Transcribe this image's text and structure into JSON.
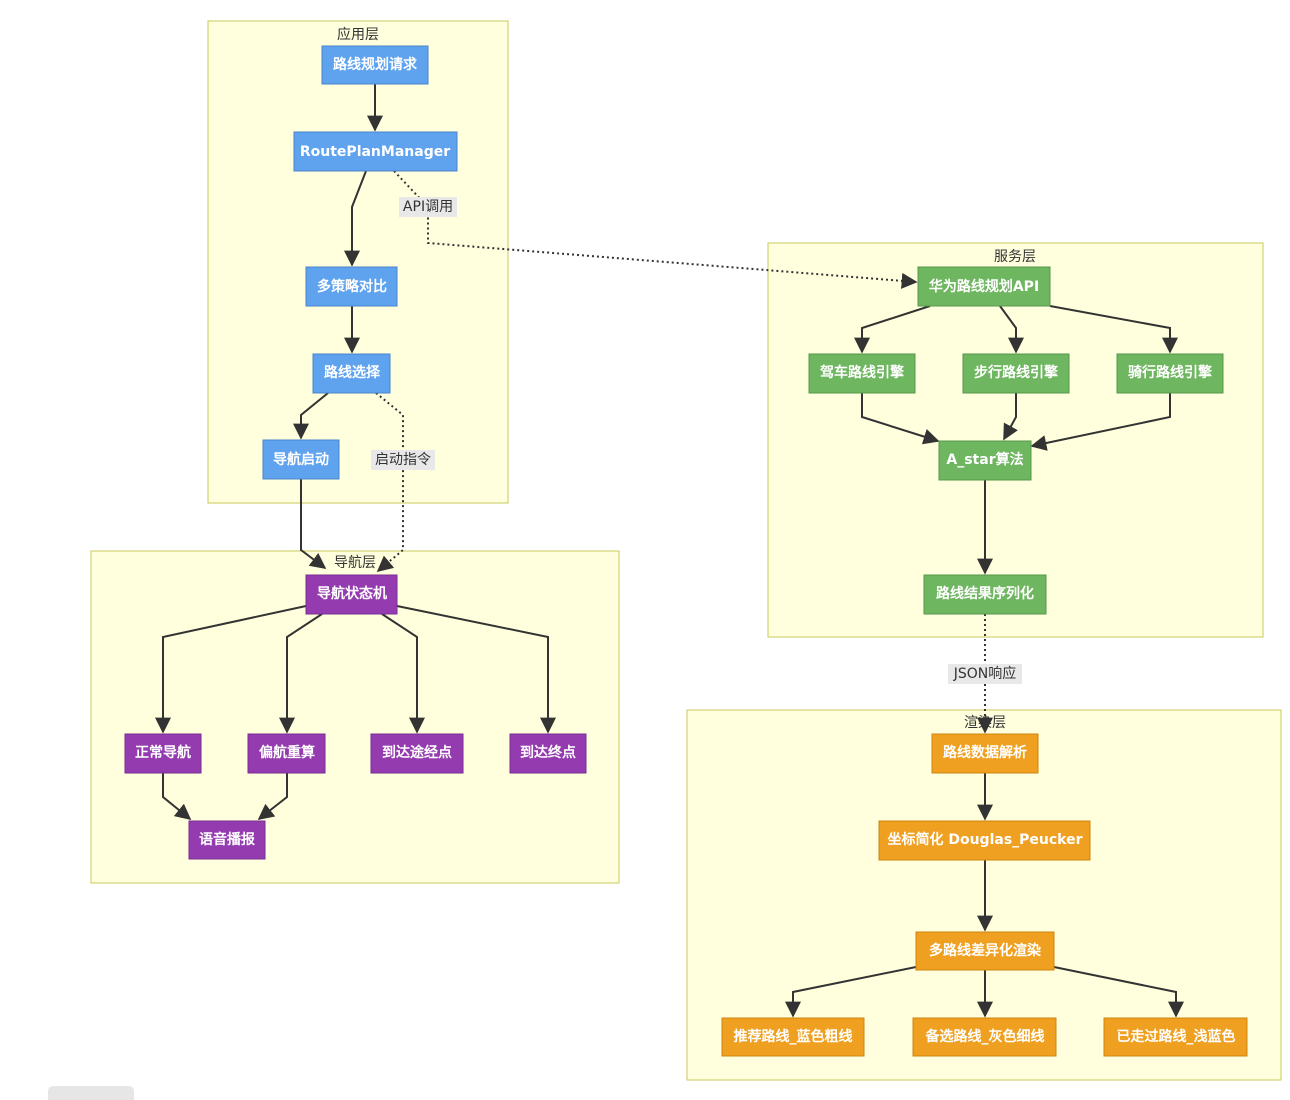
{
  "clusters": {
    "app": "应用层",
    "service": "服务层",
    "nav": "导航层",
    "render": "渲染层"
  },
  "nodes": {
    "route_request": "路线规划请求",
    "route_plan_manager": "RoutePlanManager",
    "multi_strategy": "多策略对比",
    "route_select": "路线选择",
    "nav_start": "导航启动",
    "huawei_api": "华为路线规划API",
    "drive_engine": "驾车路线引擎",
    "walk_engine": "步行路线引擎",
    "ride_engine": "骑行路线引擎",
    "a_star": "A_star算法",
    "serialize": "路线结果序列化",
    "nav_state_machine": "导航状态机",
    "normal_nav": "正常导航",
    "reroute": "偏航重算",
    "reach_waypoint": "到达途经点",
    "reach_end": "到达终点",
    "voice": "语音播报",
    "parse": "路线数据解析",
    "simplify": "坐标简化 Douglas_Peucker",
    "diff_render": "多路线差异化渲染",
    "rec_route": "推荐路线_蓝色粗线",
    "alt_route": "备选路线_灰色细线",
    "walked_route": "已走过路线_浅蓝色"
  },
  "edge_labels": {
    "api_call": "API调用",
    "start_cmd": "启动指令",
    "json_resp": "JSON响应"
  },
  "colors": {
    "app_fill": "#5fa3ef",
    "app_stroke": "#4a86c8",
    "service_fill": "#6fb661",
    "service_stroke": "#55984a",
    "nav_fill": "#943bb0",
    "nav_stroke": "#7a2c94",
    "render_fill": "#f0a020",
    "render_stroke": "#d08410",
    "cluster_fill": "#ffffde",
    "cluster_stroke": "#c8c85a"
  },
  "footer": {
    "glyph": "",
    "tab": ""
  }
}
